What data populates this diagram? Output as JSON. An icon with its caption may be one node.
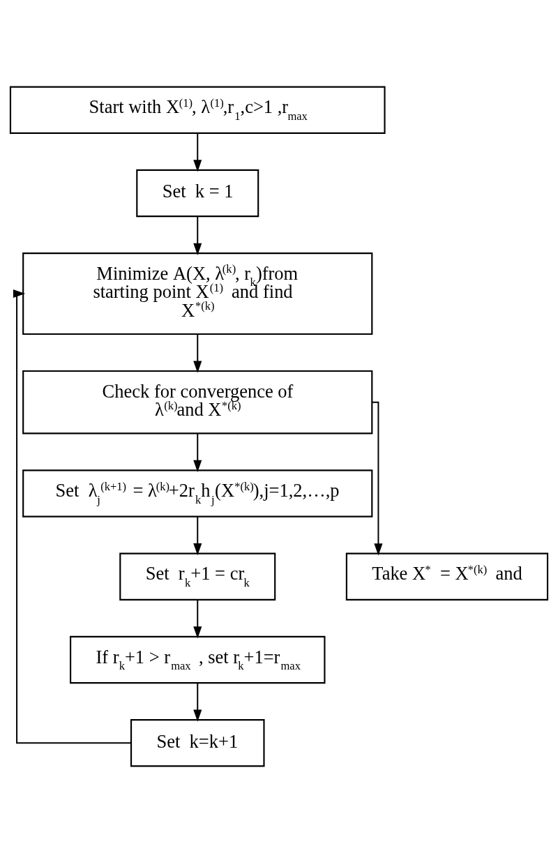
{
  "diagram": {
    "nodes": [
      {
        "text": [
          "Start with X$^{(1)}$, λ$^{(1)}$,r$_{1}$,c>1 ,r$_{max}$"
        ]
      },
      {
        "text": [
          "Set  k = 1"
        ]
      },
      {
        "text": [
          "Minimize A(X, λ$^{(k)}$, r$_{k}$)from starting point X$^{(1)}$ and find    X$^{*(k)}$"
        ]
      },
      {
        "text": [
          "Check for convergence of λ$^{(k)}$and X$^{*(k)}$"
        ]
      },
      {
        "text": [
          "Take X$^{*}$ = X$^{*(k)}$ and"
        ]
      },
      {
        "text": [
          "Set  λ$_{j}$$^{(k+1)}$ = λ$^{(k)}$+2r$_{k}$h$_{j}$(X$^{*(k)}$),j=1,2,…,p"
        ]
      },
      {
        "text": [
          "Set  r$_{k}$+1 = cr$_{k}$"
        ]
      },
      {
        "text": [
          "If r$_{k}$+1 > r$_{max}$ , set r$_{k}$+1=r$_{max}$"
        ]
      },
      {
        "text": [
          "Set  k=k+1"
        ]
      }
    ],
    "edges": [
      {
        "from": 0,
        "to": 1,
        "arrow": "to"
      },
      {
        "from": 1,
        "to": 2,
        "arrow": "to"
      },
      {
        "from": 2,
        "to": 3,
        "arrow": "to"
      },
      {
        "from": 3,
        "to": 4,
        "arrow": "to"
      },
      {
        "from": 3,
        "to": 5,
        "arrow": "to"
      },
      {
        "from": 5,
        "to": 6,
        "arrow": "to"
      },
      {
        "from": 6,
        "to": 7,
        "arrow": "to"
      },
      {
        "from": 7,
        "to": 8,
        "arrow": "to"
      },
      {
        "from": 8,
        "to": 2,
        "arrow": "to"
      }
    ]
  }
}
